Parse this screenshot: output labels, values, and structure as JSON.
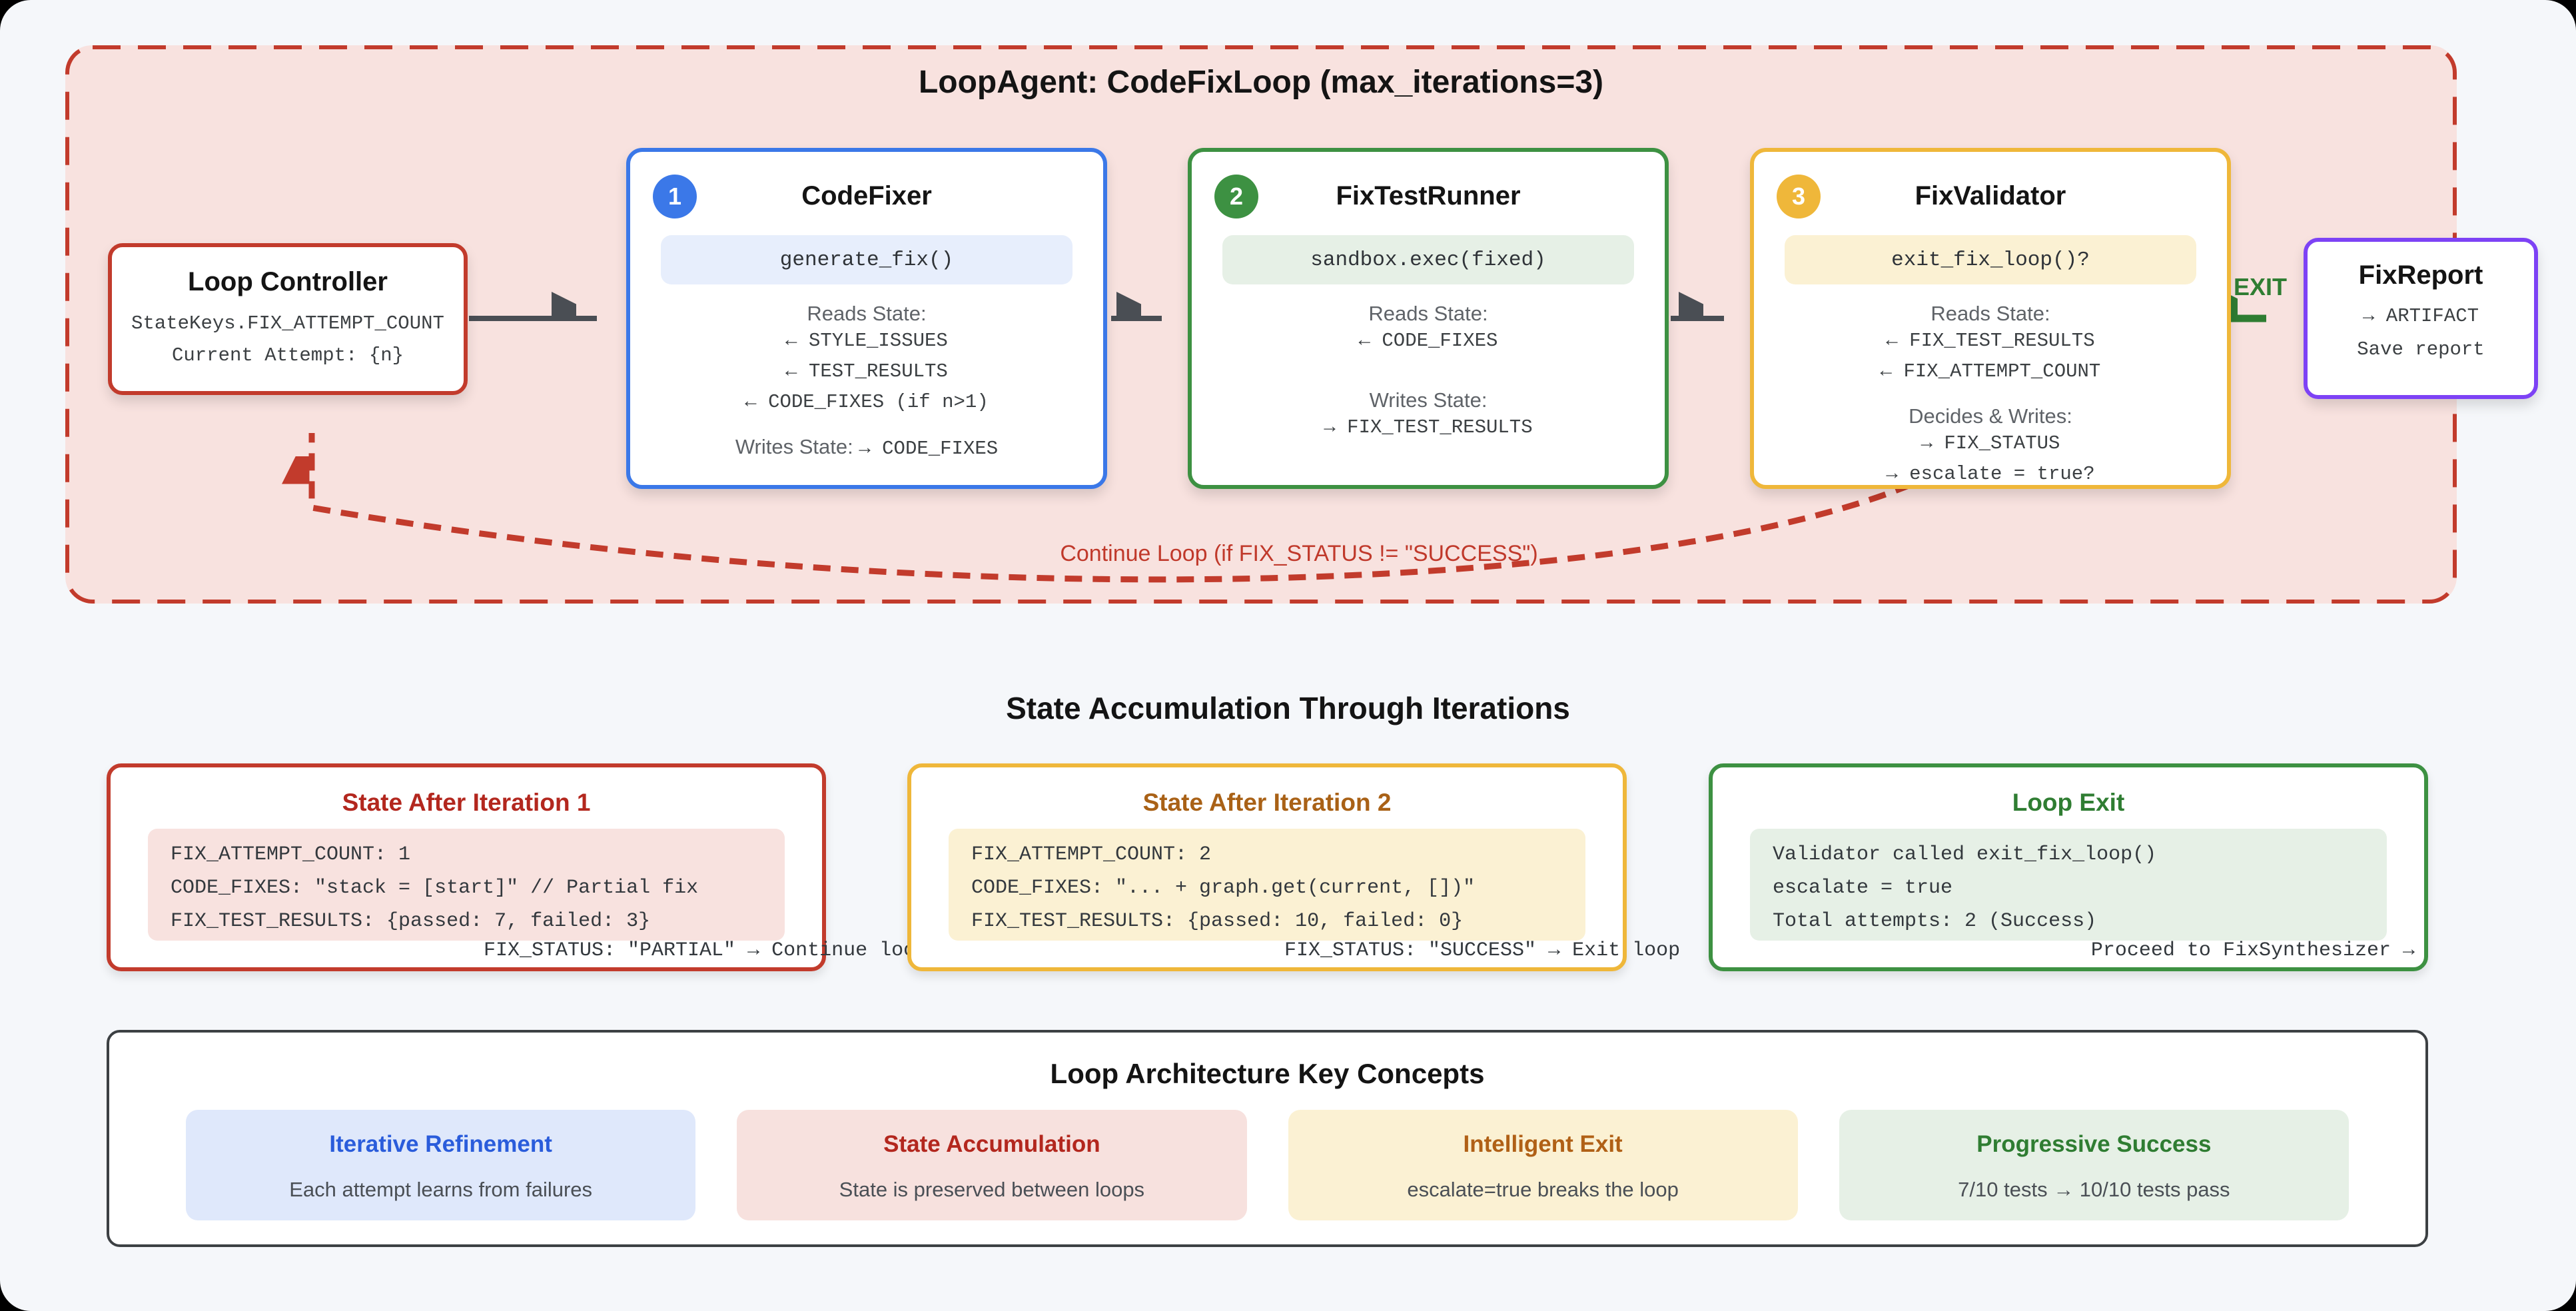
{
  "loop": {
    "title": "LoopAgent: CodeFixLoop (max_iterations=3)",
    "continue_label": "Continue Loop (if FIX_STATUS != \"SUCCESS\")",
    "exit_label": "EXIT",
    "border_color": "#c23b2c",
    "background": "#f8e2df"
  },
  "controller": {
    "title": "Loop Controller",
    "line1": "StateKeys.FIX_ATTEMPT_COUNT",
    "line2": "Current Attempt: {n}",
    "accent": "#c23b2c"
  },
  "agents": [
    {
      "num": "1",
      "name": "CodeFixer",
      "pill": "generate_fix()",
      "reads_label": "Reads State:",
      "reads": [
        "← STYLE_ISSUES",
        "← TEST_RESULTS",
        "← CODE_FIXES (if n>1)"
      ],
      "writes_label": "Writes State:",
      "writes_inline": "→ CODE_FIXES",
      "accent": "#3b78e8",
      "pill_bg": "#e7eefc"
    },
    {
      "num": "2",
      "name": "FixTestRunner",
      "pill": "sandbox.exec(fixed)",
      "reads_label": "Reads State:",
      "reads": [
        "← CODE_FIXES"
      ],
      "writes_label": "Writes State:",
      "writes": [
        "→ FIX_TEST_RESULTS"
      ],
      "accent": "#3d9142",
      "pill_bg": "#e6f0e6"
    },
    {
      "num": "3",
      "name": "FixValidator",
      "pill": "exit_fix_loop()?",
      "reads_label": "Reads State:",
      "reads": [
        "← FIX_TEST_RESULTS",
        "← FIX_ATTEMPT_COUNT"
      ],
      "writes_label": "Decides & Writes:",
      "writes": [
        "→ FIX_STATUS",
        "→ escalate = true?"
      ],
      "accent": "#efb73a",
      "pill_bg": "#fbf1d3"
    }
  ],
  "report": {
    "title": "FixReport",
    "line1": "→ ARTIFACT",
    "line2": "Save report",
    "accent": "#7d42f5"
  },
  "state_section": {
    "title": "State Accumulation Through Iterations",
    "boxes": [
      {
        "title": "State After Iteration 1",
        "lines": "FIX_ATTEMPT_COUNT: 1\nCODE_FIXES: \"stack = [start]\" // Partial fix\nFIX_TEST_RESULTS: {passed: 7, failed: 3}",
        "tail": "FIX_STATUS: \"PARTIAL\" → Continue loop",
        "accent": "#c23b2c",
        "title_color": "#b3271e"
      },
      {
        "title": "State After Iteration 2",
        "lines": "FIX_ATTEMPT_COUNT: 2\nCODE_FIXES: \"... + graph.get(current, [])\"\nFIX_TEST_RESULTS: {passed: 10, failed: 0}",
        "tail": "FIX_STATUS: \"SUCCESS\" → Exit loop",
        "accent": "#efb73a",
        "title_color": "#a96116"
      },
      {
        "title": "Loop Exit",
        "lines": "Validator called exit_fix_loop()\nescalate = true\nTotal attempts: 2 (Success)",
        "tail": "Proceed to FixSynthesizer →",
        "accent": "#3d9142",
        "title_color": "#2f7d32"
      }
    ]
  },
  "concepts": {
    "title": "Loop Architecture Key Concepts",
    "items": [
      {
        "title": "Iterative Refinement",
        "desc": "Each attempt learns from failures",
        "bg": "#dfe8fb",
        "color": "#2a5cdb"
      },
      {
        "title": "State Accumulation",
        "desc": "State is preserved between loops",
        "bg": "#f7e1de",
        "color": "#b3271e"
      },
      {
        "title": "Intelligent Exit",
        "desc": "escalate=true breaks the loop",
        "bg": "#fbf1d3",
        "color": "#b06016"
      },
      {
        "title": "Progressive Success",
        "desc": "7/10 tests → 10/10 tests pass",
        "bg": "#e6f0e6",
        "color": "#2f7d32"
      }
    ]
  }
}
